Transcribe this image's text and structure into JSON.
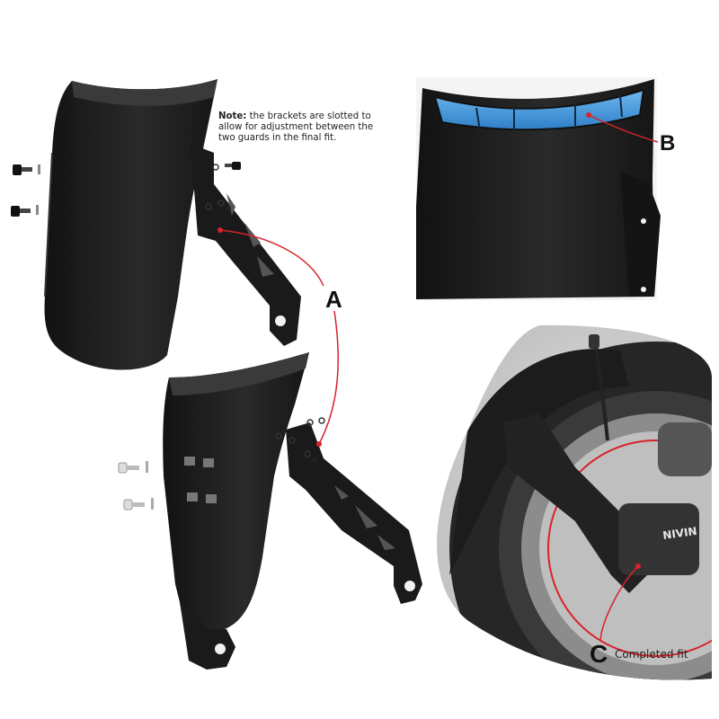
{
  "note": {
    "prefix": "Note:",
    "text": " the brackets are slotted to allow for adjustment between the two guards in the final fit."
  },
  "callouts": {
    "a": "A",
    "b": "B",
    "c": "C",
    "c_caption": "Completed fit"
  },
  "caliper_brand": "NIVIN",
  "colors": {
    "guard": "#1c1c1c",
    "callout_line": "#d8232a",
    "insert_blue": "#4ea3e6",
    "tyre": "#262626",
    "scene_bg": "#c9c9c9"
  },
  "icons": [
    "bolt-icon",
    "washer-icon",
    "red-dot-icon"
  ]
}
